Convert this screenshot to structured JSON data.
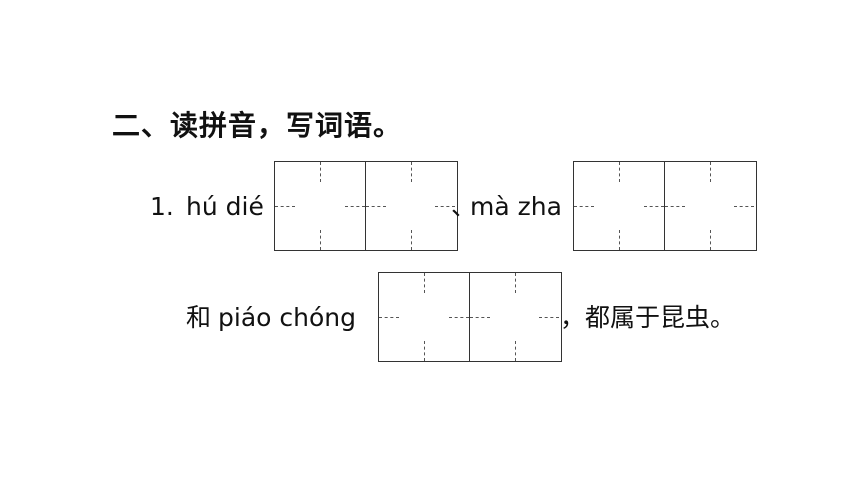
{
  "section": {
    "title": "二、读拼音，写词语。"
  },
  "question1": {
    "number": "1.",
    "pinyin1": "hú dié",
    "sep1": "、",
    "pinyin2": "mà zha",
    "connector": "和",
    "pinyin3": "piáo chóng",
    "ending": "，都属于昆虫。"
  }
}
